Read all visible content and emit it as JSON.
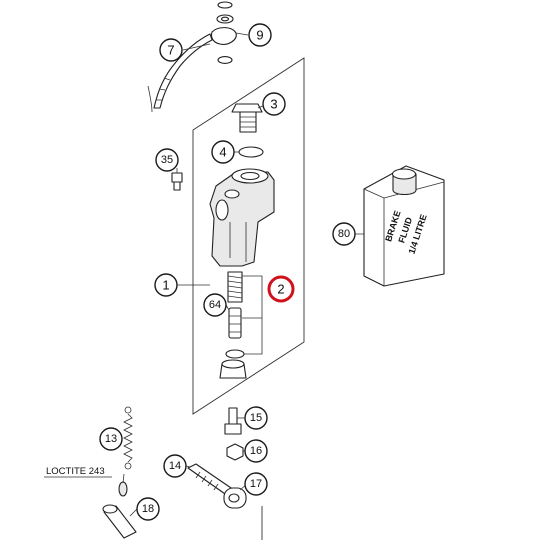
{
  "callouts": [
    {
      "id": "c1",
      "label": "1",
      "highlight": false
    },
    {
      "id": "c2",
      "label": "2",
      "highlight": true
    },
    {
      "id": "c3",
      "label": "3",
      "highlight": false
    },
    {
      "id": "c4",
      "label": "4",
      "highlight": false
    },
    {
      "id": "c7",
      "label": "7",
      "highlight": false
    },
    {
      "id": "c9",
      "label": "9",
      "highlight": false
    },
    {
      "id": "c13",
      "label": "13",
      "highlight": false
    },
    {
      "id": "c14",
      "label": "14",
      "highlight": false
    },
    {
      "id": "c15",
      "label": "15",
      "highlight": false
    },
    {
      "id": "c16",
      "label": "16",
      "highlight": false
    },
    {
      "id": "c17",
      "label": "17",
      "highlight": false
    },
    {
      "id": "c18",
      "label": "18",
      "highlight": false
    },
    {
      "id": "c35",
      "label": "35",
      "highlight": false
    },
    {
      "id": "c64",
      "label": "64",
      "highlight": false
    },
    {
      "id": "c80",
      "label": "80",
      "highlight": false
    }
  ],
  "bottle": {
    "line1": "BRAKE",
    "line2": "FLUID",
    "line3": "1/4 LITRE"
  },
  "note": {
    "text": "LOCTITE 243"
  },
  "colors": {
    "highlight": "#d0121b",
    "line": "#222222"
  }
}
